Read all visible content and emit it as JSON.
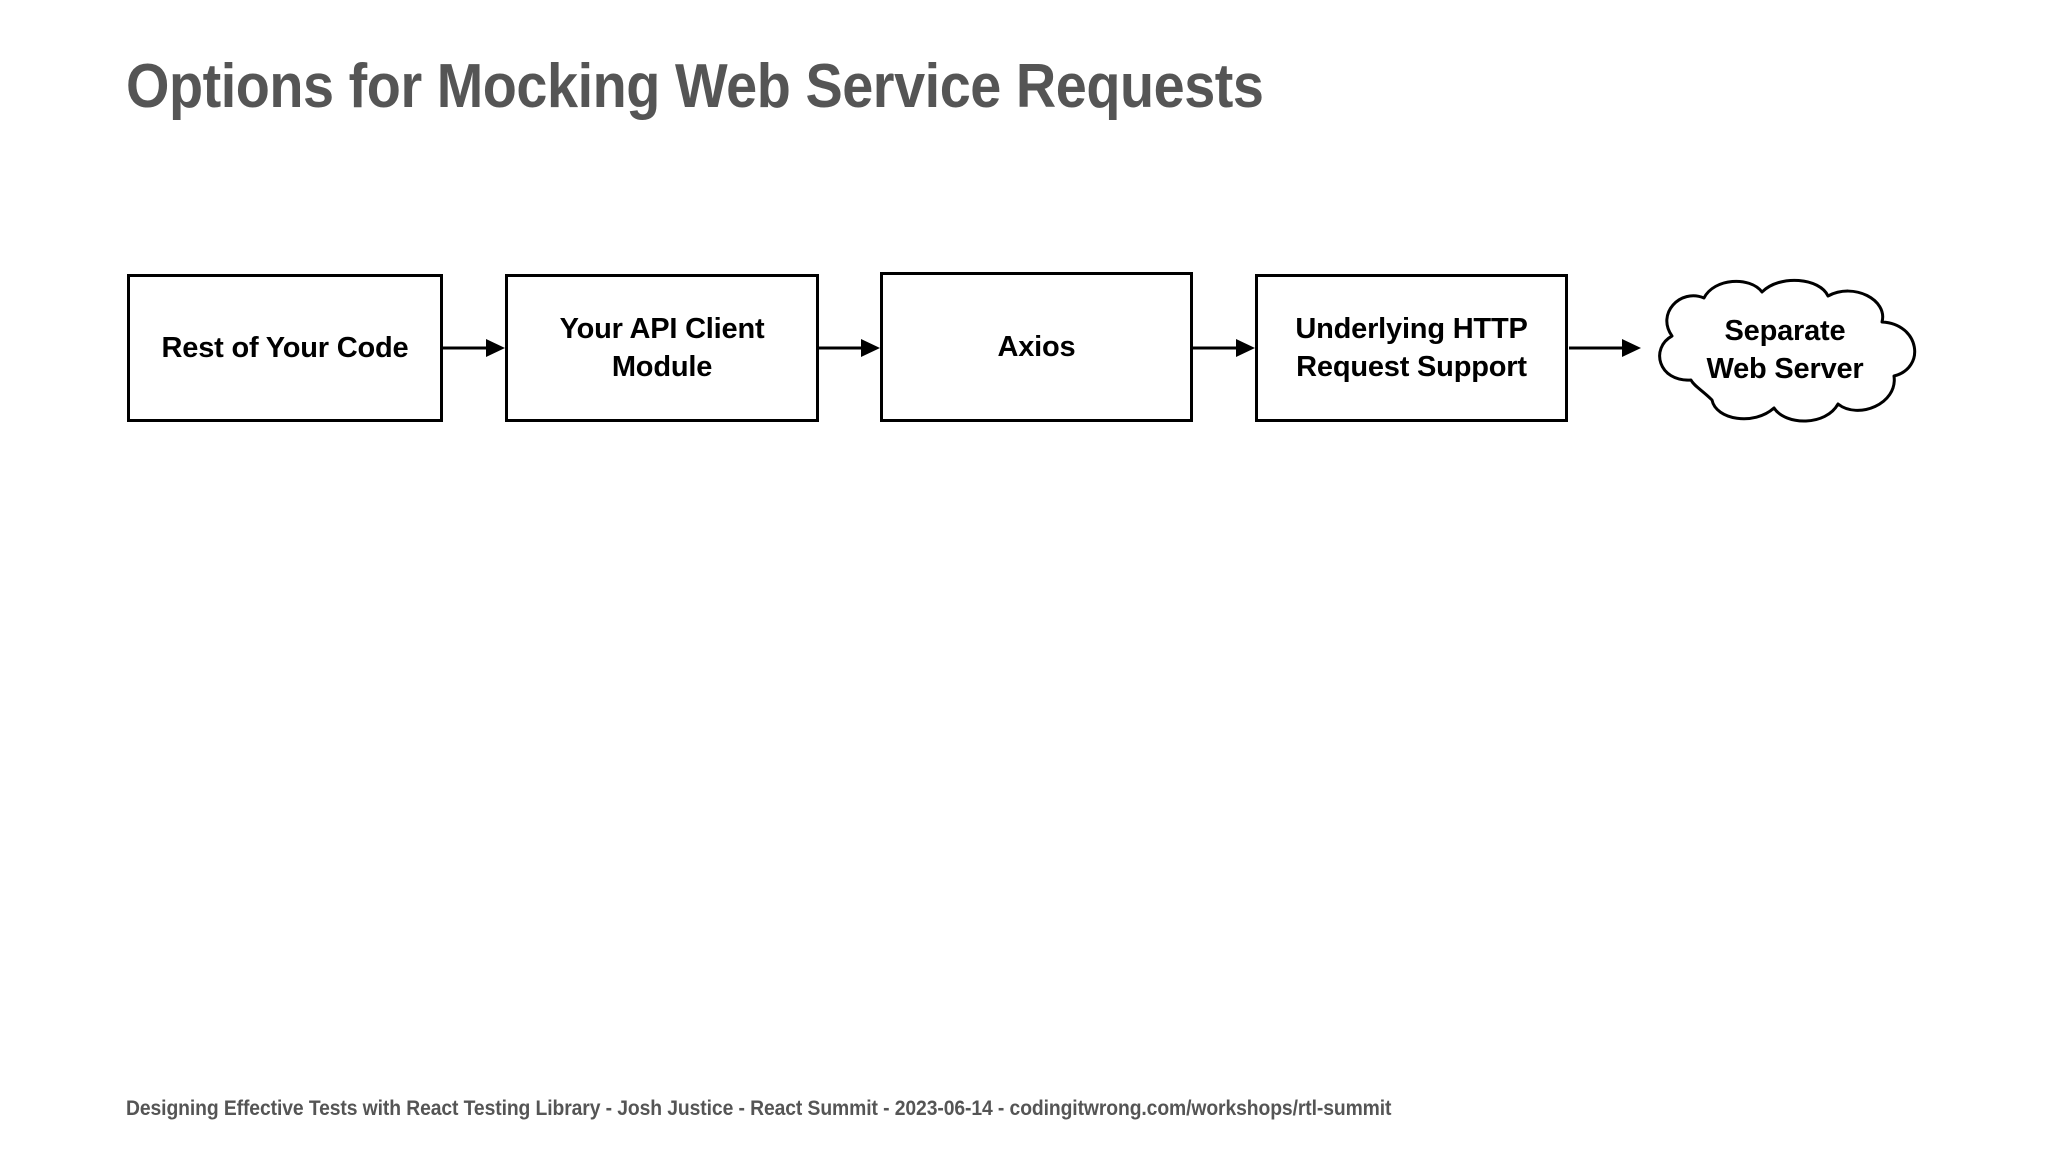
{
  "slide": {
    "title": "Options for Mocking Web Service Requests",
    "footer": "Designing Effective Tests with React Testing Library - Josh Justice - React Summit - 2023-06-14 - codingitwrong.com/workshops/rtl-summit",
    "background_color": "#ffffff",
    "title_color": "#555555",
    "footer_color": "#555555",
    "stroke_color": "#000000",
    "label_color": "#000000"
  },
  "diagram": {
    "type": "flow",
    "orientation": "left-to-right",
    "nodes": [
      {
        "id": "rest-of-your-code",
        "label": "Rest of Your Code",
        "shape": "rectangle"
      },
      {
        "id": "your-api-client",
        "label": "Your API Client\nModule",
        "shape": "rectangle"
      },
      {
        "id": "axios",
        "label": "Axios",
        "shape": "rectangle"
      },
      {
        "id": "underlying-http",
        "label": "Underlying HTTP\nRequest Support",
        "shape": "rectangle"
      },
      {
        "id": "separate-web-server",
        "label": "Separate\nWeb Server",
        "shape": "cloud"
      }
    ],
    "edges": [
      {
        "id": "arrow-1",
        "from": "rest-of-your-code",
        "to": "your-api-client",
        "style": "solid-arrow"
      },
      {
        "id": "arrow-2",
        "from": "your-api-client",
        "to": "axios",
        "style": "solid-arrow"
      },
      {
        "id": "arrow-3",
        "from": "axios",
        "to": "underlying-http",
        "style": "solid-arrow"
      },
      {
        "id": "arrow-4",
        "from": "underlying-http",
        "to": "separate-web-server",
        "style": "solid-arrow"
      }
    ]
  }
}
